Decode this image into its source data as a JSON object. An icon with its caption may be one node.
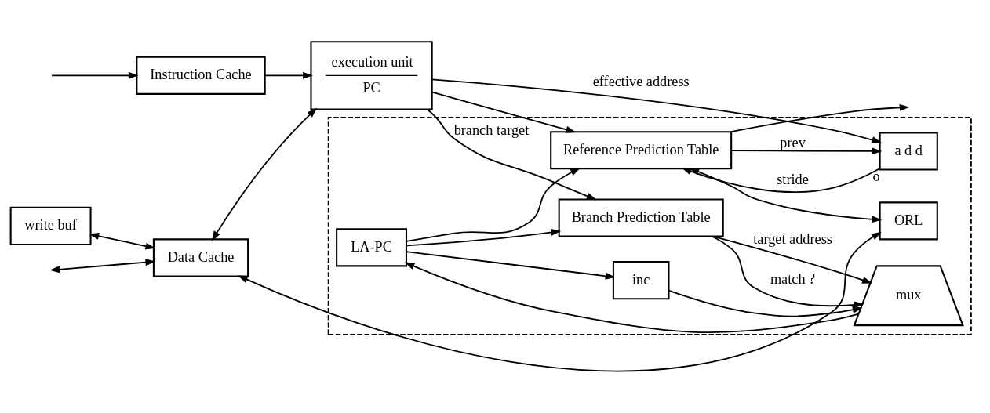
{
  "diagram": {
    "nodes": [
      {
        "text": [],
        "shape": "box"
      },
      {
        "text": [
          "Reference Prediction Table"
        ],
        "in": 0
      },
      {
        "text": [
          "a d d"
        ],
        "in": 0,
        "beside": [
          "o"
        ]
      },
      {
        "text": [
          "LA-PC"
        ],
        "in": 0
      },
      {
        "text": [
          "mux"
        ],
        "in": 0
      },
      {
        "text": [
          "inc"
        ],
        "in": 0
      },
      {
        "text": [
          "Branch Prediction Table"
        ],
        "in": 0
      },
      {
        "text": [
          "ORL"
        ],
        "in": 0
      },
      {
        "text": [
          "write buf"
        ]
      },
      {
        "text": [
          "Data Cache"
        ]
      },
      {
        "text": [
          "execution unit",
          "PC"
        ]
      },
      {
        "text": [
          "Instruction Cache"
        ]
      }
    ],
    "edges": [
      {
        "from": 3,
        "to": 1,
        "arrow": "to"
      },
      {
        "from": 4,
        "to": 3,
        "arrow": "to"
      },
      {
        "from": 6,
        "to": 4,
        "arrow": "to",
        "label": "match ?"
      },
      {
        "from": 6,
        "to": 4,
        "arrow": "to",
        "label": "target address"
      },
      {
        "from": 5,
        "to": 4,
        "arrow": "to"
      },
      {
        "from": 3,
        "to": 5,
        "arrow": "to"
      },
      {
        "from": 3,
        "to": 6,
        "arrow": "to"
      },
      {
        "from": 1,
        "to": null,
        "arrow": "to"
      },
      {
        "from": 2,
        "to": 1,
        "arrow": "to",
        "label": "stride"
      },
      {
        "from": 1,
        "to": 2,
        "arrow": "to",
        "label": "prev"
      },
      {
        "from": 10,
        "to": 2,
        "arrow": "to",
        "label": "effective address"
      },
      {
        "from": 10,
        "to": 1,
        "arrow": "to"
      },
      {
        "from": 1,
        "to": 7,
        "arrow": "both"
      },
      {
        "from": 7,
        "to": 9,
        "arrow": "both"
      },
      {
        "from": 8,
        "to": 9,
        "arrow": "both"
      },
      {
        "from": null,
        "to": 9,
        "arrow": "both"
      },
      {
        "from": 9,
        "to": 10,
        "arrow": "both"
      },
      {
        "from": null,
        "to": 11,
        "arrow": "to"
      },
      {
        "from": 11,
        "to": 10,
        "arrow": "to"
      },
      {
        "from": 10,
        "to": 6,
        "arrow": "to",
        "label": "branch target"
      }
    ]
  }
}
